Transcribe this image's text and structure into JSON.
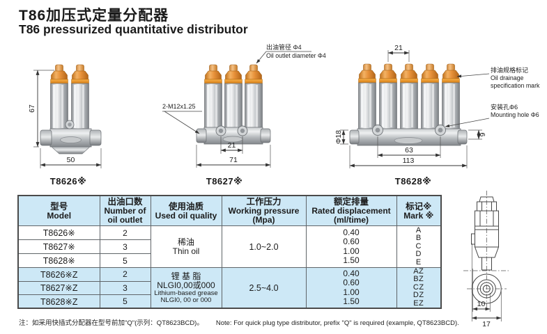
{
  "colors": {
    "band_blue": "#cde8f6",
    "cap_orange": "#e8923a",
    "line": "#3a3a3a"
  },
  "header": {
    "title_zh": "T86加压式定量分配器",
    "title_en": "T86 pressurized quantitative distributor"
  },
  "drawings": {
    "t8626": {
      "label": "T8626※",
      "dim_height": "67",
      "dim_width": "50"
    },
    "t8627": {
      "label": "T8627※",
      "ann_outlet_zh": "出油管径 Φ4",
      "ann_outlet_en": "Oil outlet diameter Φ4",
      "ann_thread": "2-M12x1.25",
      "dim_hole_span": "21",
      "dim_width": "71"
    },
    "t8628": {
      "label": "T8628※",
      "dim_cap_span": "21",
      "ann_drain_zh": "排油规格标记",
      "ann_drain_en1": "Oil drainage",
      "ann_drain_en2": "specification mark",
      "ann_mount_zh": "安装孔Φ6",
      "ann_mount_en": "Mounting hole Φ6",
      "dim_dia": "Φ18",
      "dim_step": "9",
      "dim_hole_span": "63",
      "dim_width": "113"
    },
    "side_view": {
      "dim_inner": "10",
      "dim_outer": "17"
    }
  },
  "table": {
    "headers": [
      {
        "zh": "型号",
        "en": "Model"
      },
      {
        "zh": "出油口数",
        "en": "Number of",
        "en2": "oil outlet"
      },
      {
        "zh": "使用油质",
        "en": "Used oil quality"
      },
      {
        "zh": "工作压力",
        "en": "Working pressure",
        "en2": "(Mpa)"
      },
      {
        "zh": "额定排量",
        "en": "Rated displacement",
        "en2": "(ml/time)"
      },
      {
        "zh": "标记※",
        "en": "Mark ※"
      }
    ],
    "groups": [
      {
        "rows": [
          {
            "model": "T8626※",
            "outlets": "2"
          },
          {
            "model": "T8627※",
            "outlets": "3"
          },
          {
            "model": "T8628※",
            "outlets": "5"
          }
        ],
        "oil_lines": [
          "稀油",
          "Thin oil"
        ],
        "pressure": "1.0~2.0",
        "displacement": [
          "0.40",
          "0.60",
          "1.00",
          "1.50"
        ],
        "marks": [
          "A",
          "B",
          "C",
          "D",
          "E"
        ]
      },
      {
        "rows": [
          {
            "model": "T8626※Z",
            "outlets": "2"
          },
          {
            "model": "T8627※Z",
            "outlets": "3"
          },
          {
            "model": "T8628※Z",
            "outlets": "5"
          }
        ],
        "oil_lines": [
          "锂 基 脂",
          "NLGI0,00或000",
          "Lithium-based grease",
          "NLGI0, 00 or 000"
        ],
        "pressure": "2.5~4.0",
        "displacement": [
          "0.40",
          "0.60",
          "1.00",
          "1.50"
        ],
        "marks": [
          "AZ",
          "BZ",
          "CZ",
          "DZ",
          "EZ"
        ]
      }
    ]
  },
  "note": {
    "zh": "注：如采用快插式分配器在型号前加\"Q\"(示列：QT8623BCD)。",
    "en": "Note: For quick plug type distributor, prefix \"Q\" is required (example, QT8623BCD)."
  }
}
